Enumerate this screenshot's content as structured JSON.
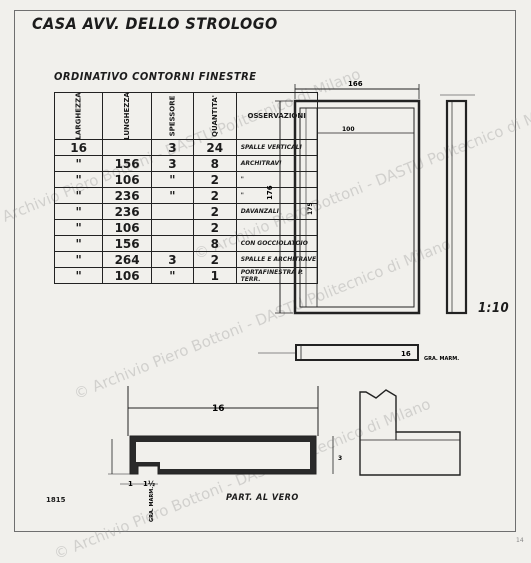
{
  "title": "CASA AVV. DELLO STROLOGO",
  "subtitle": "ORDINATIVO CONTORNI FINESTRE",
  "table": {
    "headers": [
      "LARGHEZZA",
      "LUNGHEZZA",
      "SPESSORE",
      "QUANTITA'",
      "OSSERVAZIONI"
    ],
    "rows": [
      [
        "16",
        "",
        "3",
        "24",
        "SPALLE VERTICALI"
      ],
      [
        "\"",
        "156",
        "3",
        "8",
        "ARCHITRAVI"
      ],
      [
        "\"",
        "106",
        "\"",
        "2",
        "\""
      ],
      [
        "\"",
        "236",
        "\"",
        "2",
        "\""
      ],
      [
        "\"",
        "236",
        "",
        "2",
        "DAVANZALI"
      ],
      [
        "\"",
        "106",
        "",
        "2",
        ""
      ],
      [
        "\"",
        "156",
        "",
        "8",
        "CON GOCCIOLATOIO"
      ],
      [
        "\"",
        "264",
        "3",
        "2",
        "SPALLE E ARCHITRAVE"
      ],
      [
        "\"",
        "106",
        "\"",
        "1",
        "PORTAFINESTRA P. TERR."
      ]
    ]
  },
  "drawing": {
    "dim_width": "166",
    "dim_inner_width": "100",
    "dim_height": "176",
    "dim_inner_height": "175",
    "dim_section": "16",
    "section_label": "GRA. MARM.",
    "scale": "1:10",
    "detail_width": "16",
    "detail_thickness": "3",
    "detail_drip": "1",
    "detail_drip_offset": "1½",
    "detail_label": "GRA. MARM."
  },
  "part_label": "PART. AL VERO",
  "sheet_number": "1815",
  "corner_mark": "14",
  "watermark": "© Archivio Piero Bottoni - DASTU Politecnico di Milano"
}
